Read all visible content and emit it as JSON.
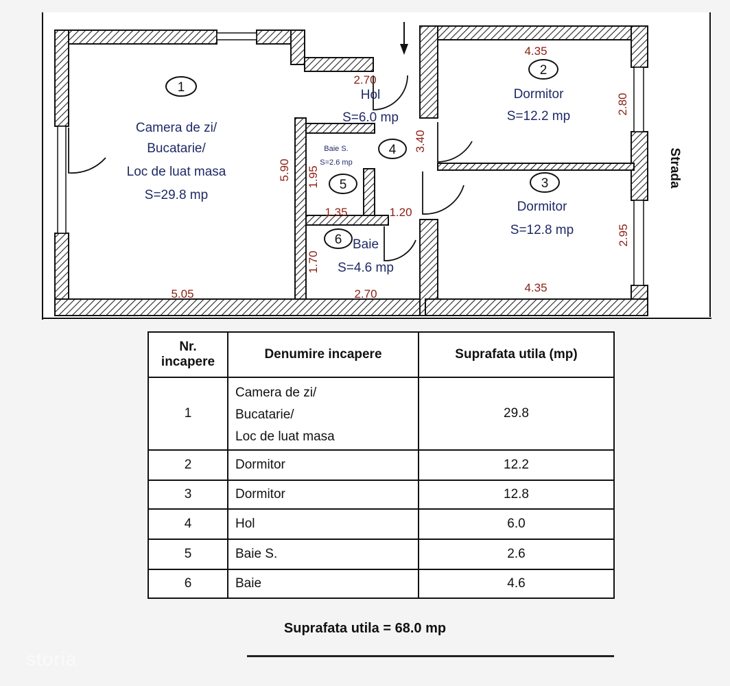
{
  "plan": {
    "street_label": "Strada",
    "rooms": [
      {
        "number": "1",
        "lines": [
          "Camera de zi/",
          "Bucatarie/",
          "Loc de luat masa",
          "S=29.8 mp"
        ]
      },
      {
        "number": "2",
        "lines": [
          "Dormitor",
          "S=12.2 mp"
        ]
      },
      {
        "number": "3",
        "lines": [
          "Dormitor",
          "S=12.8 mp"
        ]
      },
      {
        "number": "4",
        "lines": [
          "Hol",
          "S=6.0 mp"
        ]
      },
      {
        "number": "5",
        "lines": [
          "Baie S.",
          "S=2.6 mp"
        ]
      },
      {
        "number": "6",
        "lines": [
          "Baie",
          "S=4.6 mp"
        ]
      }
    ],
    "dimensions": {
      "living_width": "5.05",
      "living_height": "5.90",
      "hall_top": "2.70",
      "hall_vertical": "3.40",
      "bath_s_width": "1.35",
      "bath_s_height": "1.95",
      "hall_lower": "1.20",
      "bath_width": "2.70",
      "bath_height": "1.70",
      "bed2_width": "4.35",
      "bed2_height": "2.80",
      "bed3_width": "4.35",
      "bed3_height": "2.95"
    }
  },
  "table": {
    "headers": {
      "num_line1": "Nr.",
      "num_line2": "incapere",
      "name": "Denumire incapere",
      "area": "Suprafata utila (mp)"
    },
    "row1": {
      "num": "1",
      "name_lines": [
        "Camera de zi/",
        "Bucatarie/",
        "Loc de luat masa"
      ],
      "area": "29.8"
    },
    "rows": [
      {
        "num": "2",
        "name": "Dormitor",
        "area": "12.2"
      },
      {
        "num": "3",
        "name": "Dormitor",
        "area": "12.8"
      },
      {
        "num": "4",
        "name": "Hol",
        "area": "6.0"
      },
      {
        "num": "5",
        "name": "Baie S.",
        "area": "2.6"
      },
      {
        "num": "6",
        "name": "Baie",
        "area": "4.6"
      }
    ]
  },
  "total": "Suprafata utila = 68.0  mp",
  "watermark": "storia",
  "colors": {
    "room_text": "#1f2a66",
    "dimension_text": "#8a1e12",
    "lines": "#111111",
    "paper": "#ffffff"
  }
}
